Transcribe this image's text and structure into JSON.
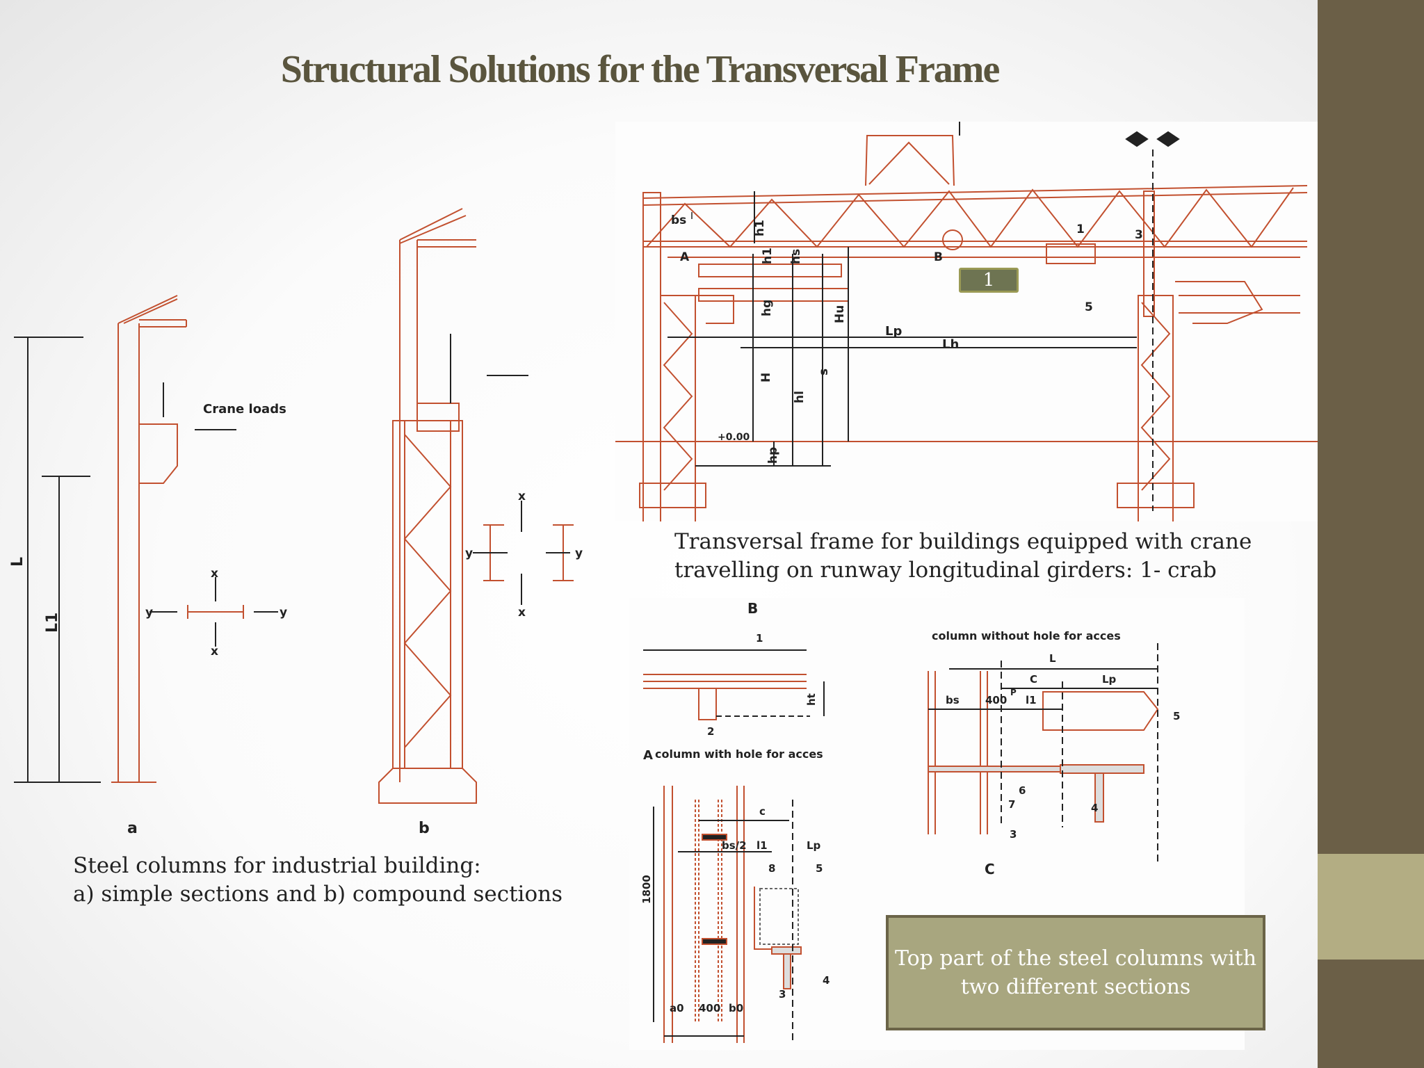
{
  "slide": {
    "title": "Structural Solutions for the Transversal Frame",
    "colors": {
      "band_dark": "#6b5f47",
      "band_light": "#b3ad83",
      "title": "#5a553e",
      "drawing_line": "#c2502f"
    }
  },
  "figure_columns": {
    "labels": {
      "L": "L",
      "L1": "L1",
      "crane_loads": "Crane loads",
      "x": "x",
      "y": "y",
      "a": "a",
      "b": "b"
    },
    "caption_line1": "Steel columns for industrial building:",
    "caption_line2": "a) simple sections and b) compound sections"
  },
  "figure_frame": {
    "labels": {
      "bs": "bs",
      "h1": "h1",
      "hs": "hs",
      "hg": "hg",
      "Hu": "Hu",
      "H": "H",
      "hl": "hl",
      "s": "s",
      "hp": "hp",
      "A": "A",
      "B": "B",
      "Lp": "Lp",
      "Lh": "Lh",
      "level": "+0.00",
      "n1": "1",
      "n3": "3",
      "n5": "5"
    },
    "badge": "1",
    "caption_line1": "Transversal frame for buildings equipped with crane",
    "caption_line2": "travelling on runway longitudinal girders: 1- crab"
  },
  "figure_details": {
    "labels": {
      "B": "B",
      "ht": "ht",
      "n1": "1",
      "n2": "2",
      "A_title": "column with hole for acces",
      "A": "A",
      "c": "c",
      "bs2": "bs/2",
      "l1": "l1",
      "Lp": "Lp",
      "n8": "8",
      "n5": "5",
      "n4": "4",
      "n3": "3",
      "h1800": "1800",
      "a0": "a0",
      "d400": "400",
      "b0": "b0",
      "C_title": "column without hole for acces",
      "L": "L",
      "C": "C",
      "bs": "bs",
      "c400": "400",
      "cl1": "l1",
      "cLp": "Lp",
      "p": "P",
      "c5": "5",
      "c6": "6",
      "c7": "7",
      "c4": "4",
      "c3": "3"
    },
    "callout_line1": "Top part of the steel columns with",
    "callout_line2": "two different sections"
  }
}
